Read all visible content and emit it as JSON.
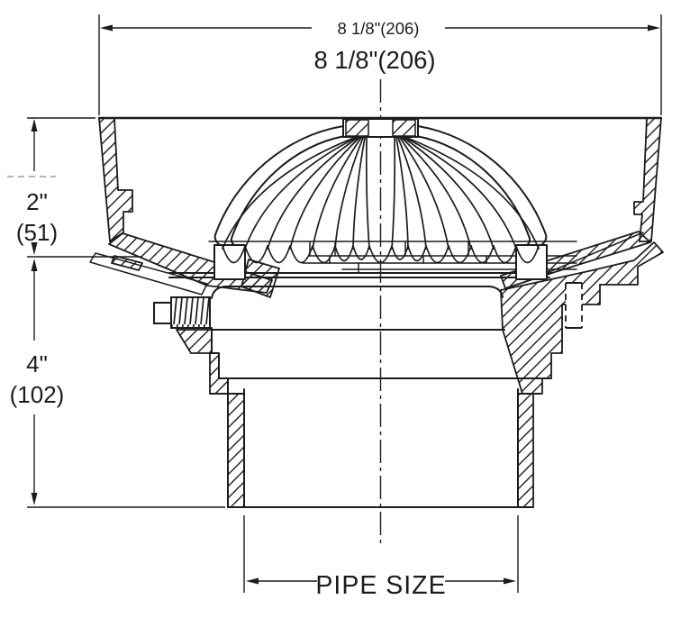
{
  "labels": {
    "top_dim": "8 1/8\"(206)",
    "top_dim_bold": "8 1/8\"(206)",
    "height_upper_in": "2\"",
    "height_upper_mm": "(51)",
    "height_lower_in": "4\"",
    "height_lower_mm": "(102)",
    "pipe_size": "PIPE SIZE"
  },
  "colors": {
    "line": "#1c1c1c",
    "background": "#ffffff",
    "dashed_guide": "#9a9a9a"
  }
}
